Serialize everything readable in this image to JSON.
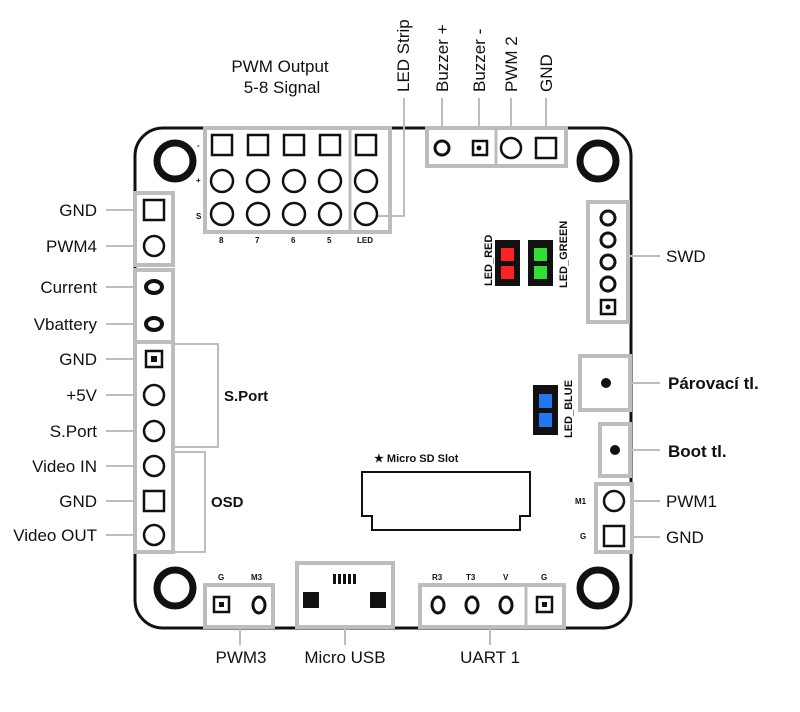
{
  "top_header": {
    "pwm_output_line1": "PWM Output",
    "pwm_output_line2": "5-8 Signal",
    "led_strip": "LED Strip",
    "buzzer_plus": "Buzzer +",
    "buzzer_minus": "Buzzer -",
    "pwm2": "PWM 2",
    "gnd": "GND"
  },
  "pwm_block": {
    "row_minus": "-",
    "row_plus": "+",
    "row_signal": "S",
    "columns": [
      "8",
      "7",
      "6",
      "5",
      "LED"
    ]
  },
  "left_labels": {
    "gnd_top": "GND",
    "pwm4": "PWM4",
    "current": "Current",
    "vbattery": "Vbattery",
    "gnd_sport": "GND",
    "plus5v": "+5V",
    "sport": "S.Port",
    "video_in": "Video IN",
    "gnd_osd": "GND",
    "video_out": "Video OUT",
    "sport_group": "S.Port",
    "osd_group": "OSD"
  },
  "right_labels": {
    "swd": "SWD",
    "parovaci": "Párovací tl.",
    "boot": "Boot tl.",
    "pwm1": "PWM1",
    "gnd": "GND",
    "m1": "M1",
    "g": "G"
  },
  "leds": {
    "red_label": "LED_RED",
    "green_label": "LED_GREEN",
    "blue_label": "LED_BLUE",
    "red_color": "#ff2222",
    "green_color": "#33dd33",
    "blue_color": "#2277ee"
  },
  "center": {
    "sd_slot": "★ Micro SD Slot"
  },
  "bottom_labels": {
    "pwm3": "PWM3",
    "micro_usb": "Micro USB",
    "uart1": "UART 1",
    "pwm3_pins": [
      "G",
      "M3"
    ],
    "uart_pins": [
      "R3",
      "T3",
      "V",
      "G"
    ]
  }
}
